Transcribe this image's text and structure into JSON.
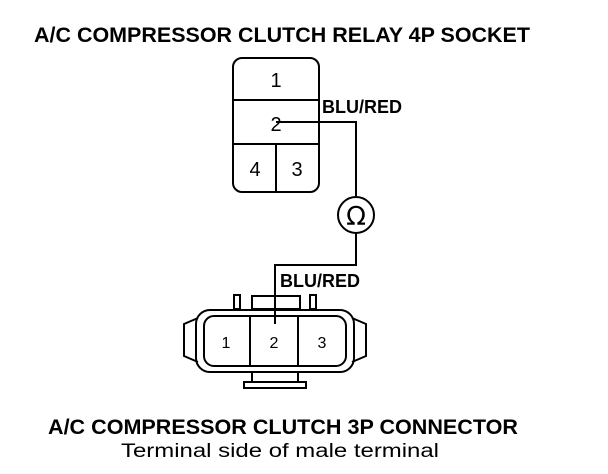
{
  "relay_socket": {
    "title": "A/C COMPRESSOR CLUTCH RELAY 4P SOCKET",
    "pins": [
      "1",
      "2",
      "4",
      "3"
    ]
  },
  "wire": {
    "upper_label": "BLU/RED",
    "lower_label": "BLU/RED",
    "meter_symbol": "Ω"
  },
  "connector": {
    "title": "A/C COMPRESSOR CLUTCH 3P CONNECTOR",
    "subtitle": "Terminal side of male terminal",
    "pins": [
      "1",
      "2",
      "3"
    ]
  }
}
